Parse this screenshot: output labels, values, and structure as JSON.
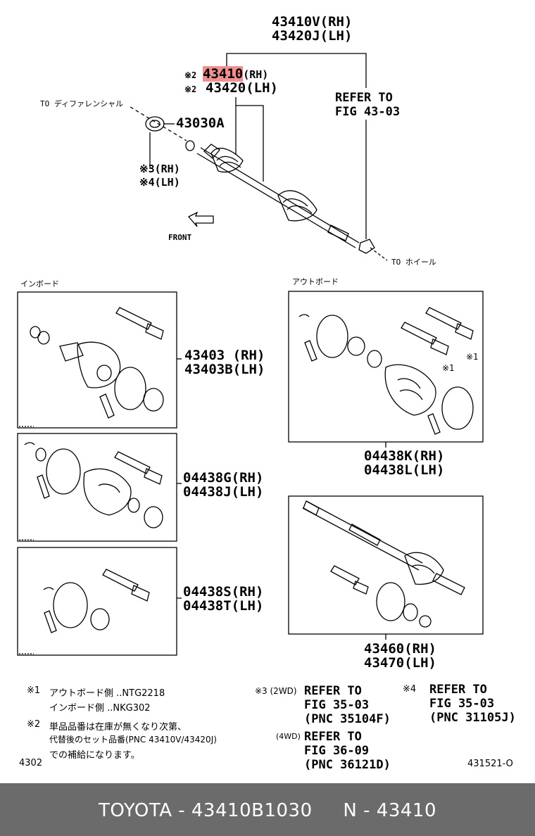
{
  "top": {
    "assy_rh": "43410V(RH)",
    "assy_lh": "43420J(LH)",
    "sub_rh_mark": "※2",
    "sub_rh_part": "43410",
    "sub_rh_side": "(RH)",
    "sub_lh_mark": "※2",
    "sub_lh": "43420(LH)",
    "refer_line1": "REFER TO",
    "refer_line2": "FIG 43-03",
    "to_diff": "TO ディファレンシャル",
    "seal_part": "43030A",
    "seal_rh": "※3(RH)",
    "seal_lh": "※4(LH)",
    "front": "FRONT",
    "to_wheel": "TO ホイール"
  },
  "sections": {
    "inboard": "インボード",
    "outboard": "アウトボード"
  },
  "kits": {
    "k1_rh": "43403 (RH)",
    "k1_lh": "43403B(LH)",
    "k2_rh": "04438G(RH)",
    "k2_lh": "04438J(LH)",
    "k3_rh": "04438S(RH)",
    "k3_lh": "04438T(LH)",
    "k4_rh": "04438K(RH)",
    "k4_lh": "04438L(LH)",
    "k4_mark1": "※1",
    "k4_mark2": "※1",
    "k5_rh": "43460(RH)",
    "k5_lh": "43470(LH)"
  },
  "notes": {
    "n1_mark": "※1",
    "n1_line1": "アウトボード側 ..NTG2218",
    "n1_line2": "インボード側 ..NKG302",
    "n2_mark": "※2",
    "n2_line1": "単品品番は在庫が無くなり次第、",
    "n2_line2": "代替後のセット品番(PNC 43410V/43420J)",
    "n2_line3": "での補給になります。",
    "n3_mark": "※3 (2WD)",
    "n3_line1": "REFER TO",
    "n3_line2": "FIG 35-03",
    "n3_line3": "(PNC 35104F)",
    "n3b_mark": "(4WD)",
    "n3b_line1": "REFER TO",
    "n3b_line2": "FIG 36-09",
    "n3b_line3": "(PNC 36121D)",
    "n4_mark": "※4",
    "n4_line1": "REFER TO",
    "n4_line2": "FIG 35-03",
    "n4_line3": "(PNC 31105J)"
  },
  "figure": {
    "left_id": "4302",
    "right_id": "431521-O"
  },
  "footer": {
    "text": "TOYOTA - 43410B1030     N - 43410"
  },
  "colors": {
    "highlight": "#f08f8f",
    "footer_bg": "#6b6b6b"
  }
}
